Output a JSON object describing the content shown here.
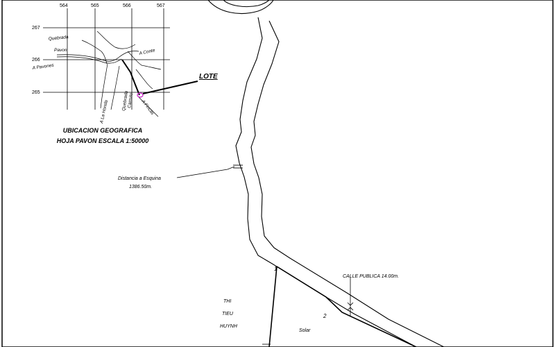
{
  "inset": {
    "grid_x_labels": [
      "564",
      "565",
      "566",
      "567"
    ],
    "grid_y_labels": [
      "267",
      "266",
      "265"
    ],
    "labels": {
      "quebrada_line1": "Quebrada",
      "quebrada_line2": "Pavon",
      "a_pavones": "A Pavones",
      "a_conte": "A Conte",
      "a_la_honda": "A La Honda",
      "quebrada_vertical": "Quebrada",
      "caimito": "Caimito",
      "a_fincas": "A Fincas"
    },
    "lote_label": "LOTE",
    "title_line1": "UBICACION GEOGRAFICA",
    "title_line2": "HOJA PAVON ESCALA 1:50000"
  },
  "plan": {
    "distance_line1": "Distancia a Esquina",
    "distance_line2": "1386.50m.",
    "street_label": "CALLE PUBLICA 14.00m.",
    "vertex_labels": [
      "1",
      "2"
    ],
    "neighbor_line1": "THI",
    "neighbor_line2": "TIEU",
    "neighbor_line3": "HUYNH",
    "solar_label": "Solar"
  },
  "colors": {
    "line": "#000000",
    "marker": "#cc33cc"
  }
}
